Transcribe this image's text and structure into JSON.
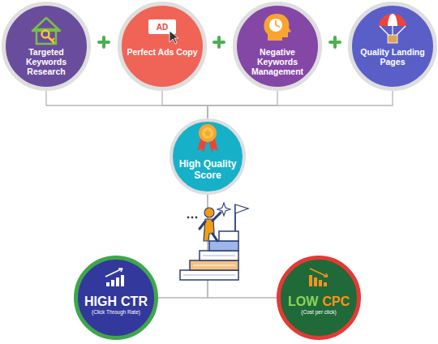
{
  "diagram": {
    "nodes": [
      {
        "text": [
          "Targeted Keywords Research"
        ]
      },
      {
        "text": [
          "Perfect Ads Copy"
        ]
      },
      {
        "text": [
          "Negative Keywords Management"
        ]
      },
      {
        "text": [
          "Quality Landing Pages"
        ]
      },
      {
        "text": [
          "High Quality Score"
        ]
      },
      {
        "text": [
          "HIGH",
          "CTR",
          "(Click Through Rate)"
        ]
      },
      {
        "text": [
          "LOW",
          "CPC",
          "(Cost per click)"
        ]
      }
    ],
    "edges": [
      {
        "from": 0,
        "to": 4,
        "arrow": "none"
      },
      {
        "from": 1,
        "to": 4,
        "arrow": "none"
      },
      {
        "from": 2,
        "to": 4,
        "arrow": "none"
      },
      {
        "from": 3,
        "to": 4,
        "arrow": "none"
      },
      {
        "from": 4,
        "to": 5,
        "arrow": "none"
      },
      {
        "from": 4,
        "to": 6,
        "arrow": "none"
      }
    ],
    "labels": [
      "AD"
    ]
  }
}
